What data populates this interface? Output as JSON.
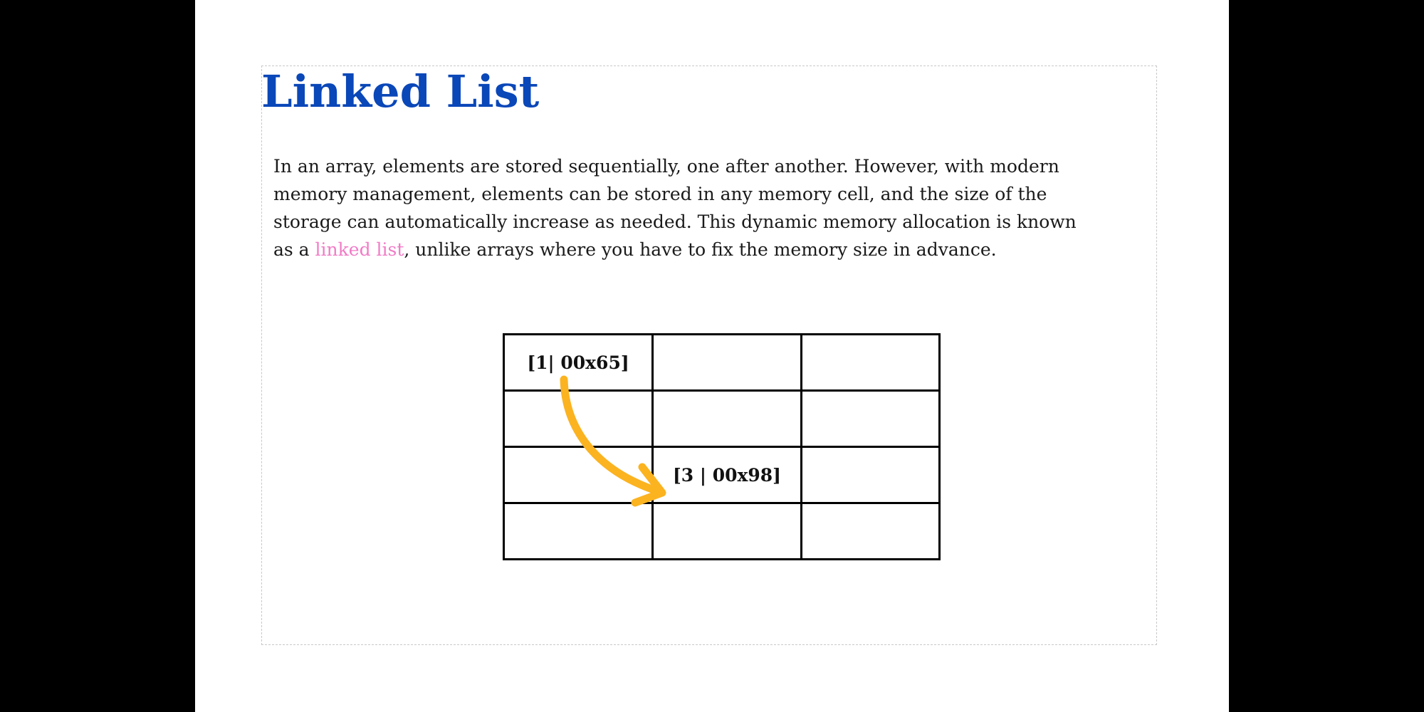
{
  "title": "Linked List",
  "paragraph": {
    "before_link": "In an array, elements are stored sequentially, one after another. However, with modern memory management, elements can be stored in any memory cell, and the size of the storage can automatically increase as needed. This dynamic memory allocation is known as a ",
    "link_text": "linked list",
    "after_link": ", unlike arrays where you have to fix the memory size in advance."
  },
  "grid": {
    "rows": [
      [
        "[1| 00x65]",
        "",
        ""
      ],
      [
        "",
        "",
        ""
      ],
      [
        "",
        "[3 | 00x98]",
        ""
      ],
      [
        "",
        "",
        ""
      ]
    ]
  },
  "colors": {
    "title": "#0a47b8",
    "link": "#f27ac6",
    "arrow": "#fbb320"
  },
  "icons": {
    "pointer": "curved-arrow-icon"
  }
}
